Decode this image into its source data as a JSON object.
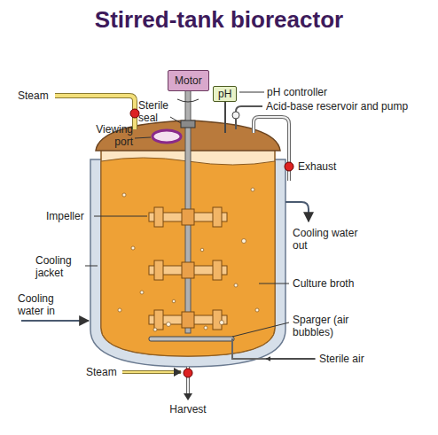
{
  "diagram": {
    "title": "Stirred-tank bioreactor",
    "nodes": [
      {
        "text": [
          "Motor"
        ]
      },
      {
        "text": [
          "pH"
        ]
      }
    ],
    "labels": [
      "Steam",
      "Sterile seal",
      "pH controller",
      "Acid-base reservoir and pump",
      "Viewing port",
      "Exhaust",
      "Impeller",
      "Cooling water out",
      "Cooling jacket",
      "Culture broth",
      "Cooling water in",
      "Sparger (air bubbles)",
      "Sterile air",
      "Steam",
      "Harvest"
    ]
  }
}
